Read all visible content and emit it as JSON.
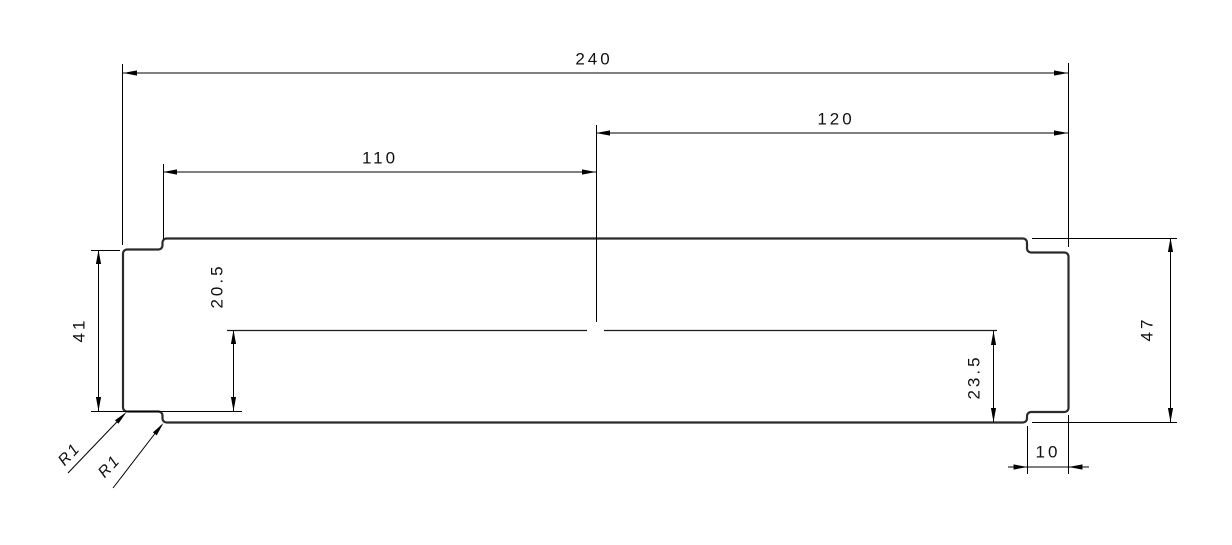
{
  "drawing": {
    "background_color": "#ffffff",
    "outline_color": "#2b2b2b",
    "dimension_color": "#000000",
    "dims": {
      "overall_width": "240",
      "segment_right": "120",
      "segment_left": "110",
      "left_end_height": "41",
      "overall_height": "47",
      "offset_bottom_left": "20.5",
      "offset_bottom_right": "23.5",
      "right_end_width": "10",
      "fillet_corner": "R1",
      "fillet_step": "R1"
    }
  }
}
